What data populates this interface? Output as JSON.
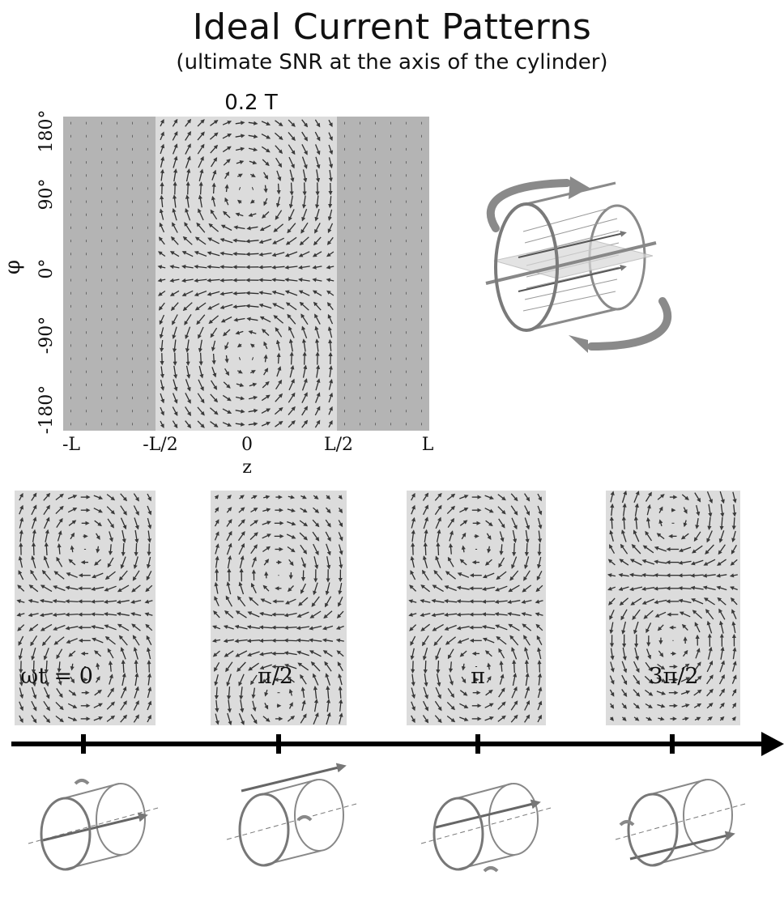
{
  "header": {
    "title": "Ideal Current Patterns",
    "subtitle": "(ultimate SNR at the axis of the cylinder)"
  },
  "main_plot": {
    "field_strength": "0.2 T",
    "y_axis_label": "φ",
    "y_ticks": [
      "180°",
      "90°",
      "0°",
      "-90°",
      "-180°"
    ],
    "x_axis_label": "z",
    "x_ticks": [
      "-L",
      "-L/2",
      "0",
      "L/2",
      "L"
    ]
  },
  "timeline": {
    "labels": [
      "ωt = 0",
      "π/2",
      "π",
      "3π/2"
    ]
  },
  "colors": {
    "panel_light": "#dcdcdc",
    "panel_dark": "#b4b4b4",
    "arrow": "#3a3a3a",
    "axis_line": "#000000",
    "cylinder": "#707070"
  }
}
